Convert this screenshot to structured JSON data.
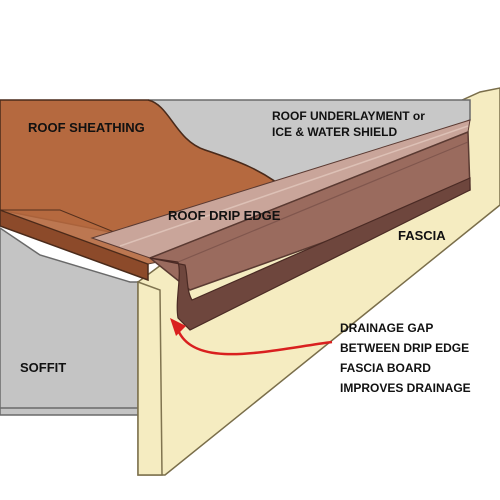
{
  "labels": {
    "roof_sheathing": "ROOF SHEATHING",
    "underlayment_line1": "ROOF UNDERLAYMENT or",
    "underlayment_line2": "ICE & WATER SHIELD",
    "drip_edge": "ROOF DRIP EDGE",
    "fascia": "FASCIA",
    "soffit": "SOFFIT",
    "gap_line1": "DRAINAGE GAP",
    "gap_line2": "BETWEEN DRIP EDGE",
    "gap_line3": "FASCIA BOARD",
    "gap_line4": "IMPROVES DRAINAGE"
  },
  "colors": {
    "sheathing": "#b5693f",
    "sheathing_edge": "#8c4a2a",
    "underlayment": "#c8c8c8",
    "drip_edge": "#9a6b5e",
    "drip_edge_dark": "#6e463d",
    "drip_edge_light": "#c9a59a",
    "fascia": "#f5ecc1",
    "soffit": "#c4c4c4",
    "arrow": "#d9201f"
  }
}
